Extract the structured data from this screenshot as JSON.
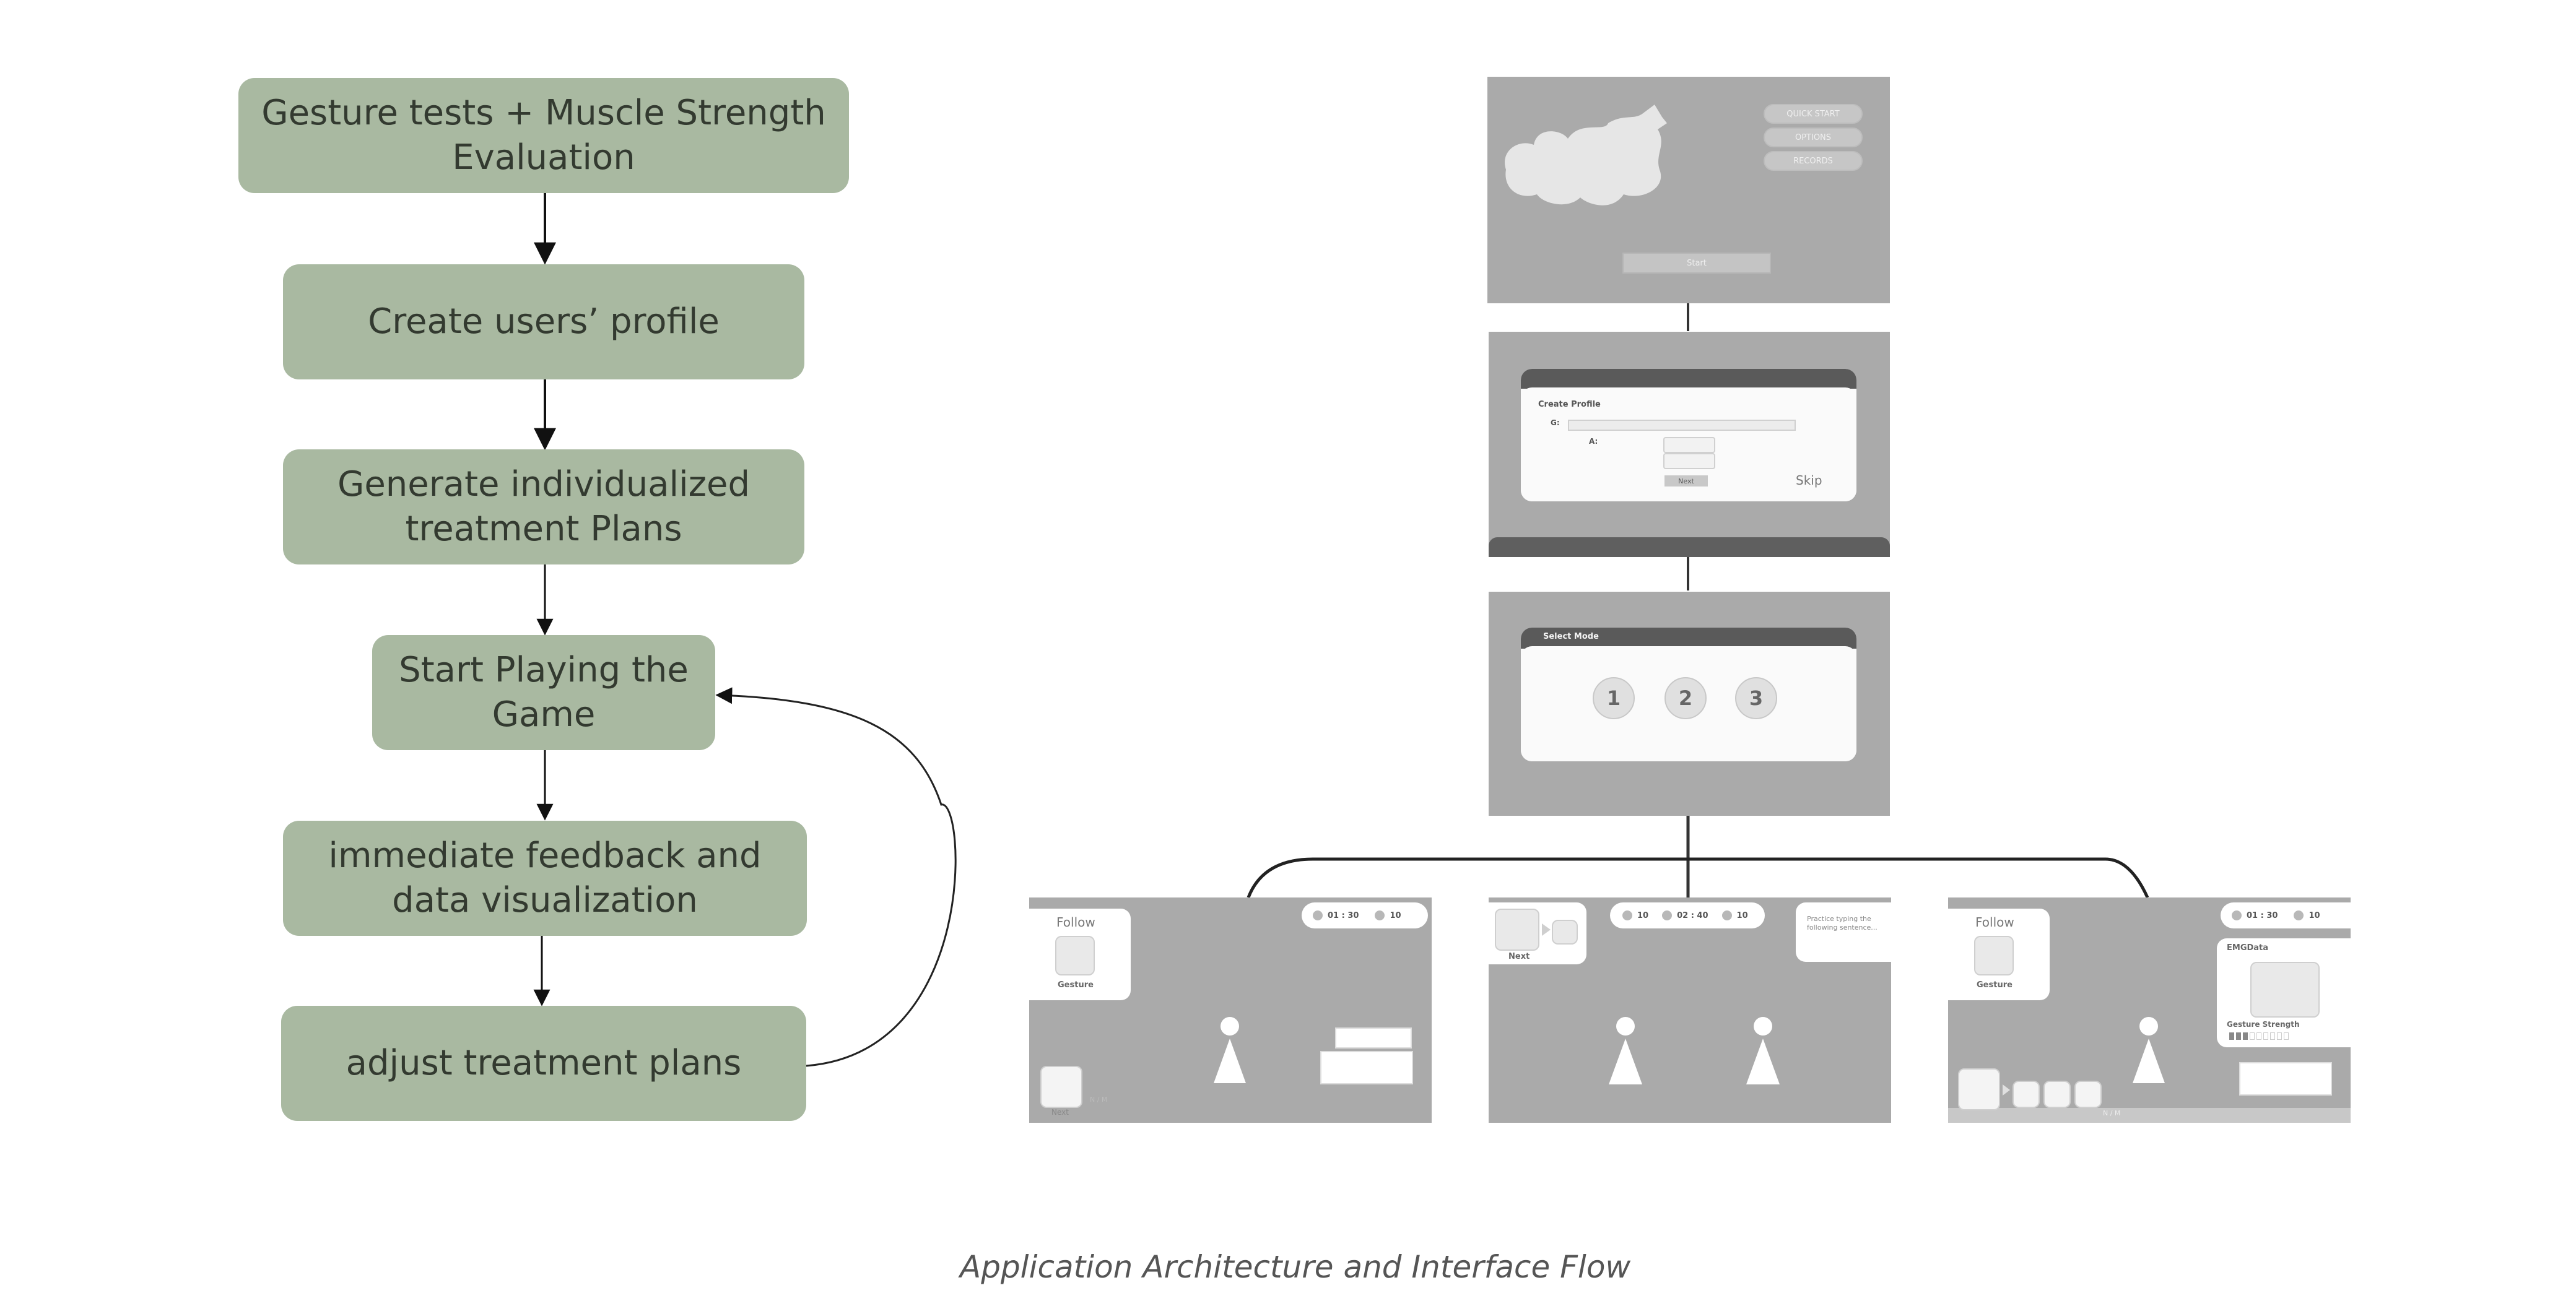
{
  "flow": {
    "steps": [
      "Gesture tests + Muscle Strength Evaluation",
      "Create users’ profile",
      "Generate individualized treatment Plans",
      "Start Playing the Game",
      "immediate feedback and data visualization",
      "adjust treatment plans"
    ]
  },
  "menu_screen": {
    "buttons": [
      "QUICK START",
      "OPTIONS",
      "RECORDS"
    ],
    "start_label": "Start"
  },
  "profile_screen": {
    "title": "Create Profile",
    "field_g": "G:",
    "field_a": "A:",
    "next_label": "Next",
    "skip_label": "Skip"
  },
  "mode_screen": {
    "title": "Select Mode",
    "modes": [
      "1",
      "2",
      "3"
    ]
  },
  "game_screen_1": {
    "follow_label": "Follow",
    "gesture_label": "Gesture",
    "time": "01 : 30",
    "count": "10",
    "next_label": "Next",
    "page": "N / M"
  },
  "game_screen_2": {
    "next_label": "Next",
    "count_a": "10",
    "time": "02 : 40",
    "count_b": "10",
    "prompt": "Practice typing the following sentence..."
  },
  "game_screen_3": {
    "follow_label": "Follow",
    "gesture_label": "Gesture",
    "time": "01 : 30",
    "count": "10",
    "emg_label": "EMGData",
    "strength_label": "Gesture Strength",
    "page": "N / M"
  },
  "caption": "Application Architecture and Interface Flow",
  "colors": {
    "flow_box": "#a9b9a1",
    "screen_bg": "#aaaaaa",
    "header_dark": "#5a5a5a"
  }
}
